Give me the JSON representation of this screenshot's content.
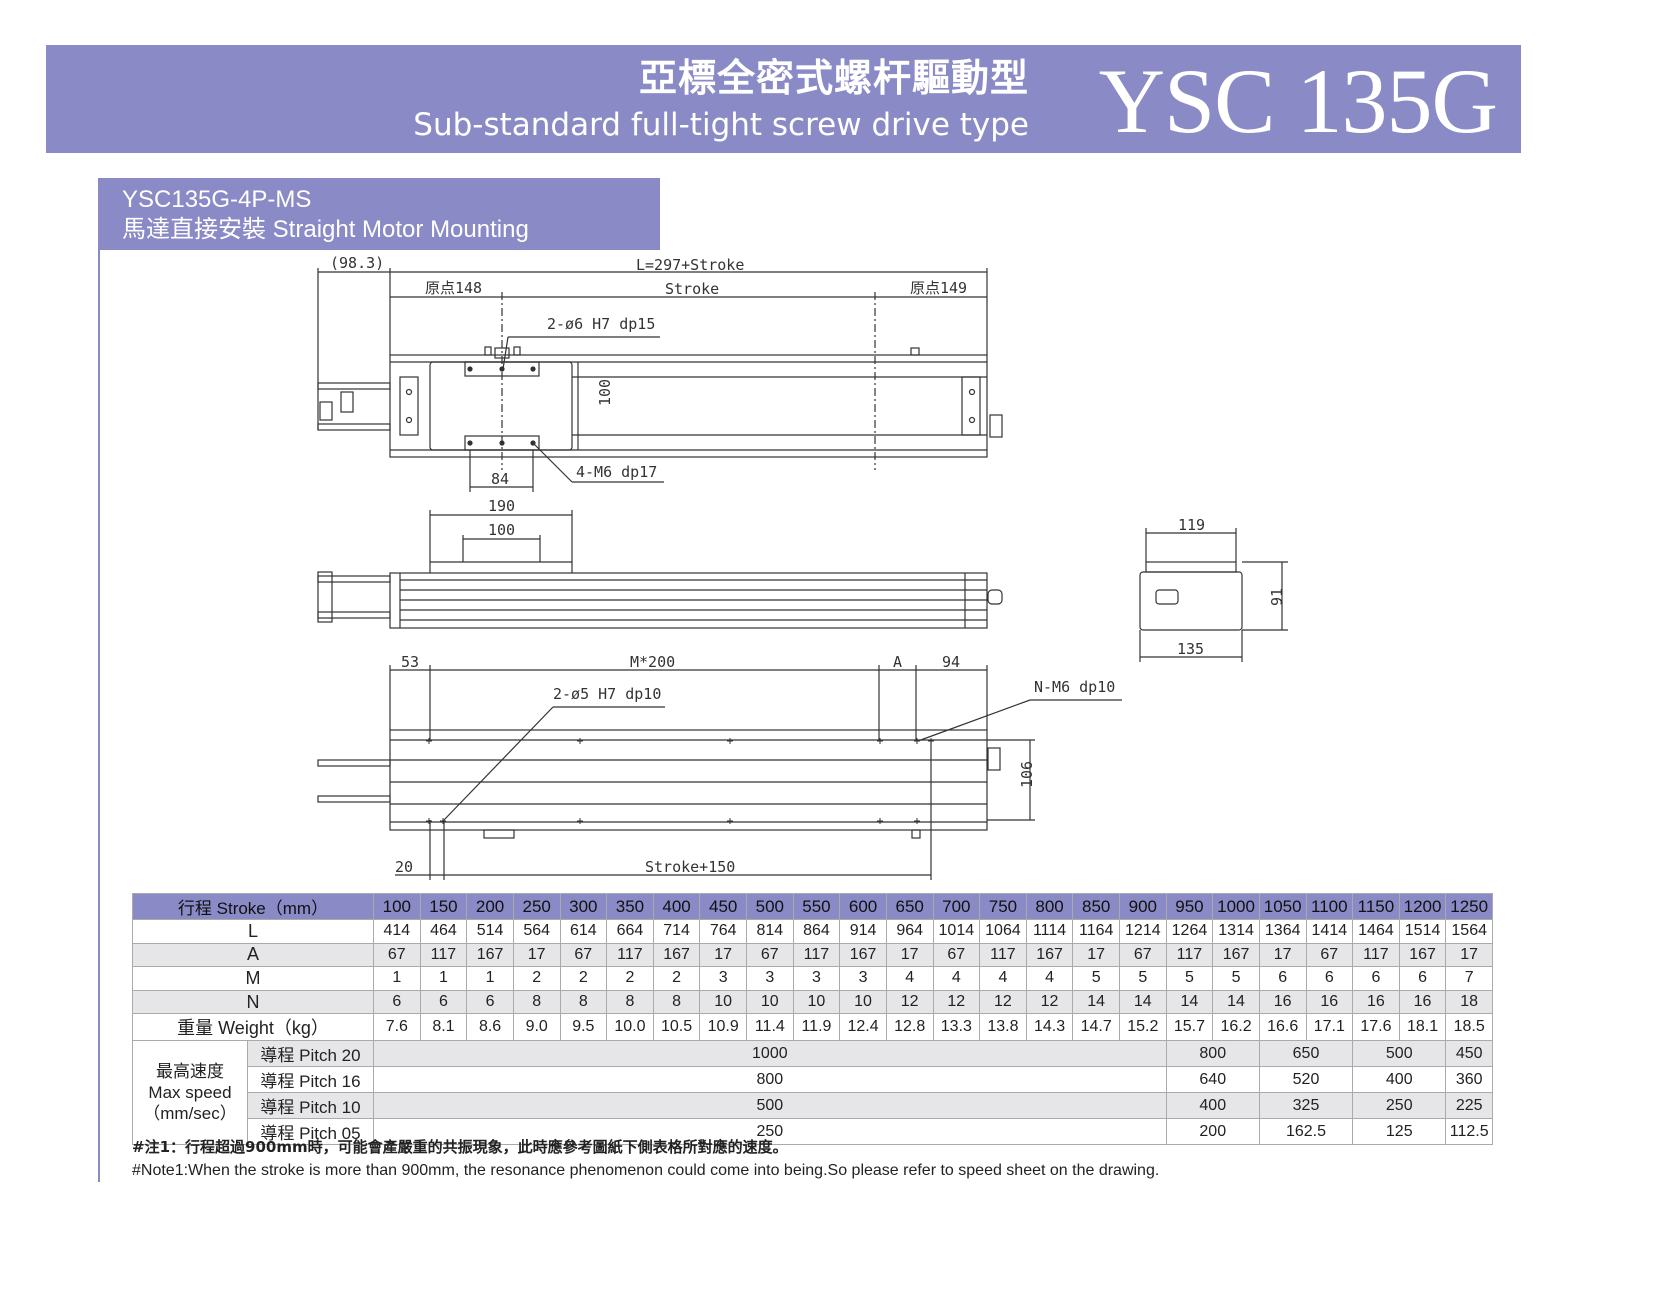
{
  "header": {
    "title_zh": "亞標全密式螺杆驅動型",
    "title_en": "Sub-standard full-tight screw drive type",
    "model": "YSC 135G"
  },
  "section": {
    "code": "YSC135G-4P-MS",
    "mount_zh": "馬達直接安裝",
    "mount_en": "Straight Motor Mounting"
  },
  "drawing": {
    "top": {
      "motor_len": "(98.3)",
      "overall": "L=297+Stroke",
      "origin_left": "原点148",
      "stroke": "Stroke",
      "origin_right": "原点149",
      "pin_note": "2-ø6 H7 dp15",
      "height_100": "100",
      "pitch_84": "84",
      "tap_note": "4-M6 dp17"
    },
    "side": {
      "w190": "190",
      "w100": "100"
    },
    "end": {
      "w119": "119",
      "h91": "91",
      "w135": "135"
    },
    "bottom": {
      "d53": "53",
      "m200": "M*200",
      "a": "A",
      "d94": "94",
      "pin_note": "2-ø5 H7 dp10",
      "tap_note": "N-M6 dp10",
      "h106": "106",
      "d20": "20",
      "stroke150": "Stroke+150"
    }
  },
  "table": {
    "stroke_label": "行程 Stroke（mm）",
    "strokes": [
      "100",
      "150",
      "200",
      "250",
      "300",
      "350",
      "400",
      "450",
      "500",
      "550",
      "600",
      "650",
      "700",
      "750",
      "800",
      "850",
      "900",
      "950",
      "1000",
      "1050",
      "1100",
      "1150",
      "1200",
      "1250"
    ],
    "rows": [
      {
        "label": "L",
        "values": [
          "414",
          "464",
          "514",
          "564",
          "614",
          "664",
          "714",
          "764",
          "814",
          "864",
          "914",
          "964",
          "1014",
          "1064",
          "1114",
          "1164",
          "1214",
          "1264",
          "1314",
          "1364",
          "1414",
          "1464",
          "1514",
          "1564"
        ]
      },
      {
        "label": "A",
        "values": [
          "67",
          "117",
          "167",
          "17",
          "67",
          "117",
          "167",
          "17",
          "67",
          "117",
          "167",
          "17",
          "67",
          "117",
          "167",
          "17",
          "67",
          "117",
          "167",
          "17",
          "67",
          "117",
          "167",
          "17"
        ]
      },
      {
        "label": "M",
        "values": [
          "1",
          "1",
          "1",
          "2",
          "2",
          "2",
          "2",
          "3",
          "3",
          "3",
          "3",
          "4",
          "4",
          "4",
          "4",
          "5",
          "5",
          "5",
          "5",
          "6",
          "6",
          "6",
          "6",
          "7"
        ]
      },
      {
        "label": "N",
        "values": [
          "6",
          "6",
          "6",
          "8",
          "8",
          "8",
          "8",
          "10",
          "10",
          "10",
          "10",
          "12",
          "12",
          "12",
          "12",
          "14",
          "14",
          "14",
          "14",
          "16",
          "16",
          "16",
          "16",
          "18"
        ]
      },
      {
        "label": "重量 Weight（kg）",
        "values": [
          "7.6",
          "8.1",
          "8.6",
          "9.0",
          "9.5",
          "10.0",
          "10.5",
          "10.9",
          "11.4",
          "11.9",
          "12.4",
          "12.8",
          "13.3",
          "13.8",
          "14.3",
          "14.7",
          "15.2",
          "15.7",
          "16.2",
          "16.6",
          "17.1",
          "17.6",
          "18.1",
          "18.5"
        ]
      }
    ],
    "speed_label_zh": "最高速度",
    "speed_label_en": "Max speed",
    "speed_unit": "（mm/sec）",
    "speed_spans": [
      17,
      2,
      2,
      2,
      1
    ],
    "speed_rows": [
      {
        "label": "導程 Pitch 20",
        "values": [
          "1000",
          "800",
          "650",
          "500",
          "450"
        ]
      },
      {
        "label": "導程 Pitch 16",
        "values": [
          "800",
          "640",
          "520",
          "400",
          "360"
        ]
      },
      {
        "label": "導程 Pitch 10",
        "values": [
          "500",
          "400",
          "325",
          "250",
          "225"
        ]
      },
      {
        "label": "導程 Pitch 05",
        "values": [
          "250",
          "200",
          "162.5",
          "125",
          "112.5"
        ]
      }
    ]
  },
  "notes": {
    "note_zh": "#注1：行程超過900mm時，可能會產嚴重的共振現象，此時應參考圖紙下側表格所對應的速度。",
    "note_en": "#Note1:When the stroke is more than 900mm, the resonance phenomenon could come into being.So please refer to speed sheet on the drawing."
  },
  "colors": {
    "accent": "#8a8ac6",
    "row_gray": "#e6e6e9"
  }
}
